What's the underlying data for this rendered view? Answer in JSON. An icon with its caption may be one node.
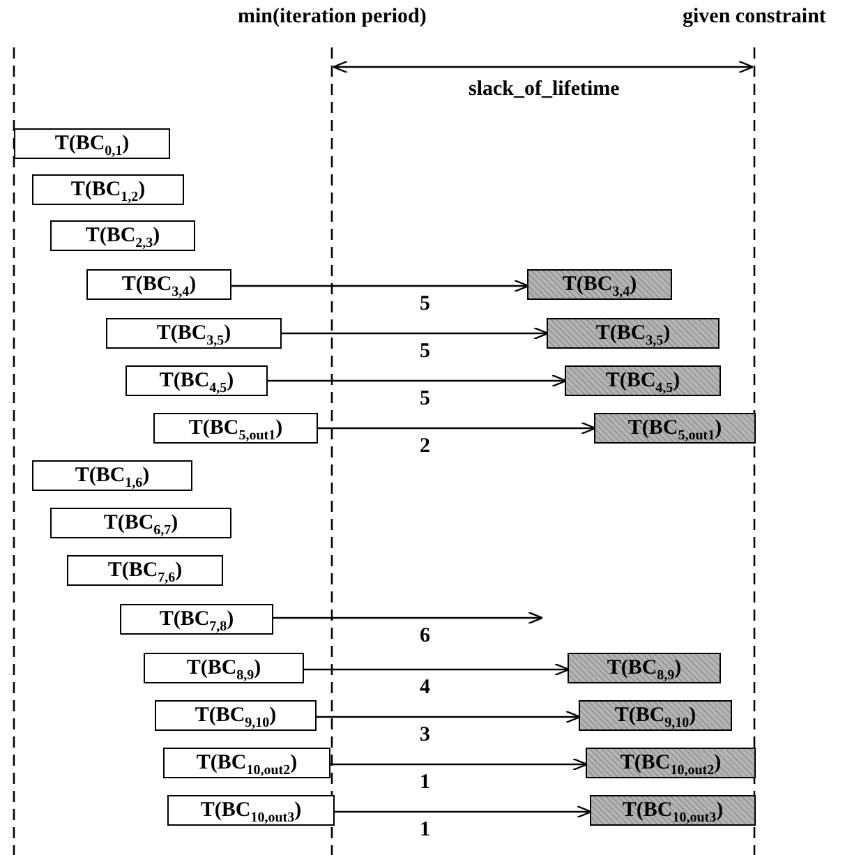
{
  "diagram": {
    "nodes": [
      {
        "text": [
          "T(BC$_{0,1}$)"
        ]
      },
      {
        "text": [
          "T(BC$_{1,2}$)"
        ]
      },
      {
        "text": [
          "T(BC$_{2,3}$)"
        ]
      },
      {
        "text": [
          "T(BC$_{3,4}$)"
        ]
      },
      {
        "text": [
          "T(BC$_{3,5}$)"
        ]
      },
      {
        "text": [
          "T(BC$_{4,5}$)"
        ]
      },
      {
        "text": [
          "T(BC$_{5,out1}$)"
        ]
      },
      {
        "text": [
          "T(BC$_{1,6}$)"
        ]
      },
      {
        "text": [
          "T(BC$_{6,7}$)"
        ]
      },
      {
        "text": [
          "T(BC$_{7,6}$)"
        ]
      },
      {
        "text": [
          "T(BC$_{7,8}$)"
        ]
      },
      {
        "text": [
          "T(BC$_{8,9}$)"
        ]
      },
      {
        "text": [
          "T(BC$_{9,10}$)"
        ]
      },
      {
        "text": [
          "T(BC$_{10,out2}$)"
        ]
      },
      {
        "text": [
          "T(BC$_{10,out3}$)"
        ]
      },
      {
        "text": [
          "T(BC$_{3,4}$)"
        ]
      },
      {
        "text": [
          "T(BC$_{3,5}$)"
        ]
      },
      {
        "text": [
          "T(BC$_{4,5}$)"
        ]
      },
      {
        "text": [
          "T(BC$_{5,out1}$)"
        ]
      },
      {
        "text": [
          "T(BC$_{8,9}$)"
        ]
      },
      {
        "text": [
          "T(BC$_{9,10}$)"
        ]
      },
      {
        "text": [
          "T(BC$_{10,out2}$)"
        ]
      },
      {
        "text": [
          "T(BC$_{10,out3}$)"
        ]
      }
    ],
    "edges": [
      {
        "from": 3,
        "to": 15,
        "arrow": "to",
        "label": "5"
      },
      {
        "from": 4,
        "to": 16,
        "arrow": "to",
        "label": "5"
      },
      {
        "from": 5,
        "to": 17,
        "arrow": "to",
        "label": "5"
      },
      {
        "from": 6,
        "to": 18,
        "arrow": "to",
        "label": "2"
      },
      {
        "from": 10,
        "to": null,
        "arrow": "to",
        "label": "6"
      },
      {
        "from": 11,
        "to": 19,
        "arrow": "to",
        "label": "4"
      },
      {
        "from": 12,
        "to": 20,
        "arrow": "to",
        "label": "3"
      },
      {
        "from": 13,
        "to": 21,
        "arrow": "to",
        "label": "1"
      },
      {
        "from": 14,
        "to": 22,
        "arrow": "to",
        "label": "1"
      }
    ],
    "labels": [
      "min(iteration period)",
      "given constraint",
      "slack_of_lifetime"
    ]
  }
}
